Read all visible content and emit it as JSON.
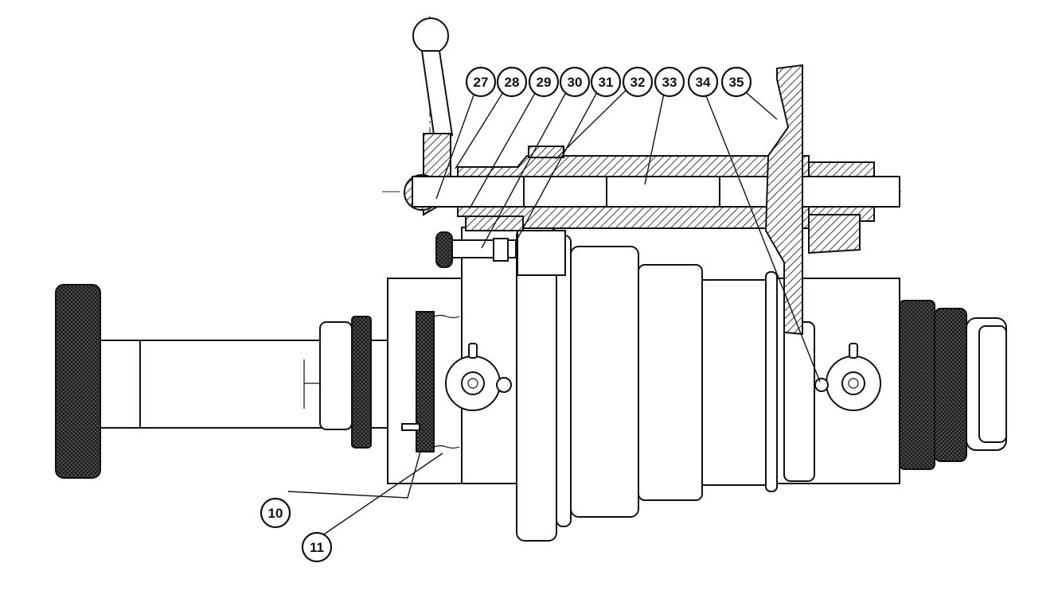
{
  "callouts": {
    "c27": "27",
    "c28": "28",
    "c29": "29",
    "c30": "30",
    "c31": "31",
    "c32": "32",
    "c33": "33",
    "c34": "34",
    "c35": "35",
    "c10": "10",
    "c11": "11"
  },
  "colors": {
    "ink": "#111111",
    "paper": "#ffffff"
  }
}
